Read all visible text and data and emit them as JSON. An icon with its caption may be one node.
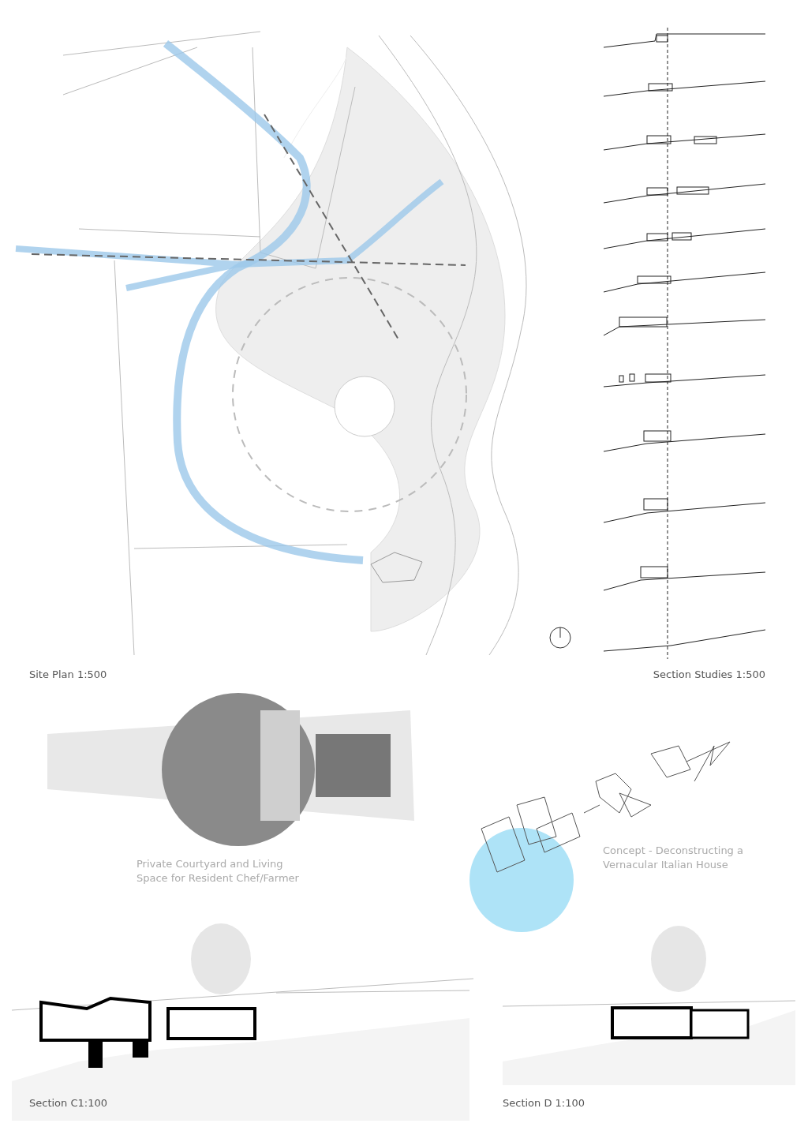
{
  "diagram": {
    "labels": [
      "Site Plan 1:500",
      "Section Studies 1:500",
      "Private Courtyard and Living Space for Resident Chef/Farmer",
      "Concept - Deconstructing  a Vernacular Italian House",
      "Section C1:100",
      "Section D 1:100"
    ]
  }
}
